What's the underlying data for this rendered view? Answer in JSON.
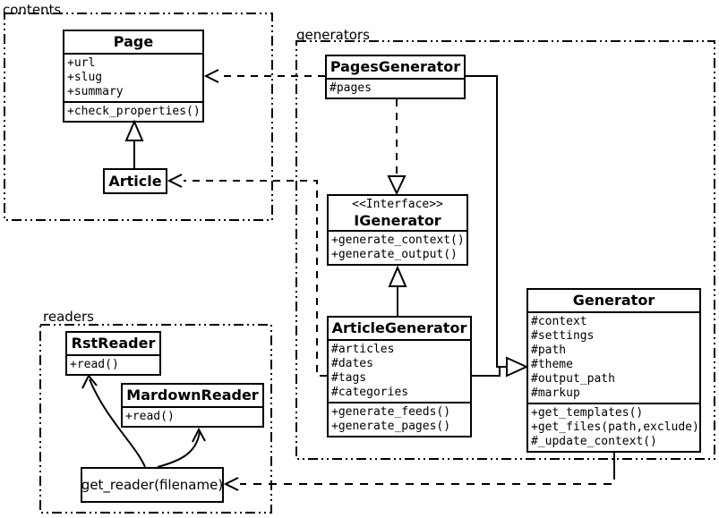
{
  "diagram": {
    "packages": {
      "contents": {
        "label": "contents"
      },
      "generators": {
        "label": "generators"
      },
      "readers": {
        "label": "readers"
      }
    },
    "classes": {
      "page": {
        "name": "Page",
        "attributes": [
          "+url",
          "+slug",
          "+summary"
        ],
        "methods": [
          "+check_properties()"
        ]
      },
      "article": {
        "name": "Article"
      },
      "pages_generator": {
        "name": "PagesGenerator",
        "attributes": [
          "#pages"
        ]
      },
      "igenerator": {
        "stereotype": "<<Interface>>",
        "name": "IGenerator",
        "methods": [
          "+generate_context()",
          "+generate_output()"
        ]
      },
      "article_generator": {
        "name": "ArticleGenerator",
        "attributes": [
          "#articles",
          "#dates",
          "#tags",
          "#categories"
        ],
        "methods": [
          "+generate_feeds()",
          "+generate_pages()"
        ]
      },
      "generator": {
        "name": "Generator",
        "attributes": [
          "#context",
          "#settings",
          "#path",
          "#theme",
          "#output_path",
          "#markup"
        ],
        "methods": [
          "+get_templates()",
          "+get_files(path,exclude)",
          "#_update_context()"
        ]
      },
      "rst_reader": {
        "name": "RstReader",
        "methods": [
          "+read()"
        ]
      },
      "mardown_reader": {
        "name": "MardownReader",
        "methods": [
          "+read()"
        ]
      },
      "get_reader": {
        "label": "get_reader(filename)"
      }
    },
    "colors": {
      "line": "#000000",
      "background": "#ffffff"
    }
  }
}
